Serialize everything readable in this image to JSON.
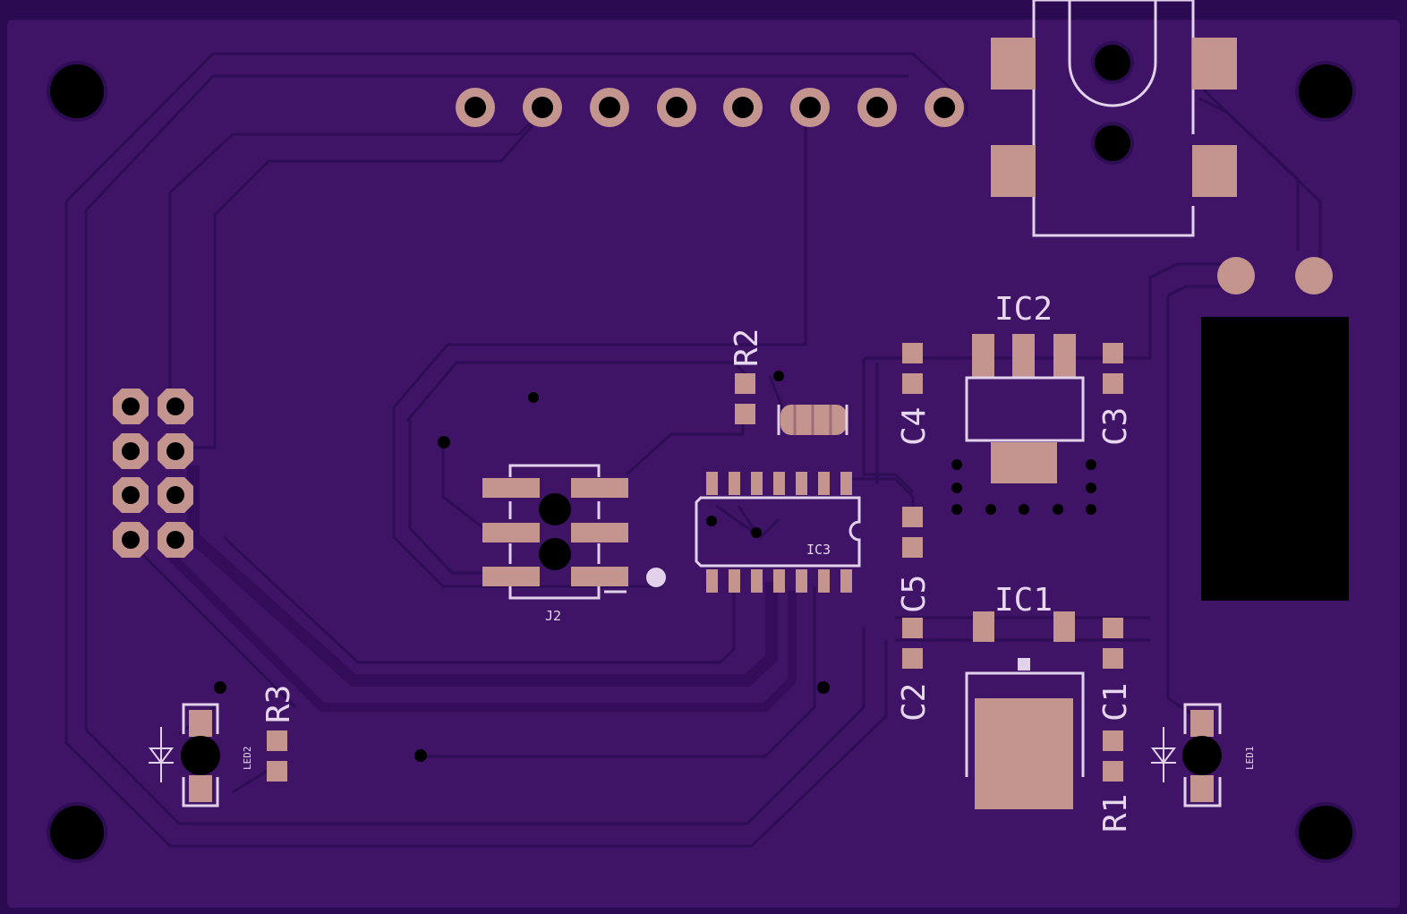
{
  "board": {
    "colors": {
      "frame": "#2c0a52",
      "solder_mask": "#3f1467",
      "trace_outline": "#2e0d55",
      "copper_pad": "#c4958e",
      "silkscreen": "#e6d6ee",
      "drill": "#000000",
      "display_window": "#000000"
    }
  },
  "labels": {
    "ic2": "IC2",
    "ic1": "IC1",
    "ic3": "IC3",
    "r1": "R1",
    "r2": "R2",
    "r3": "R3",
    "c1": "C1",
    "c2": "C2",
    "c3": "C3",
    "c4": "C4",
    "c5": "C5",
    "j2": "J2",
    "led1": "LED1",
    "led2": "LED2"
  }
}
